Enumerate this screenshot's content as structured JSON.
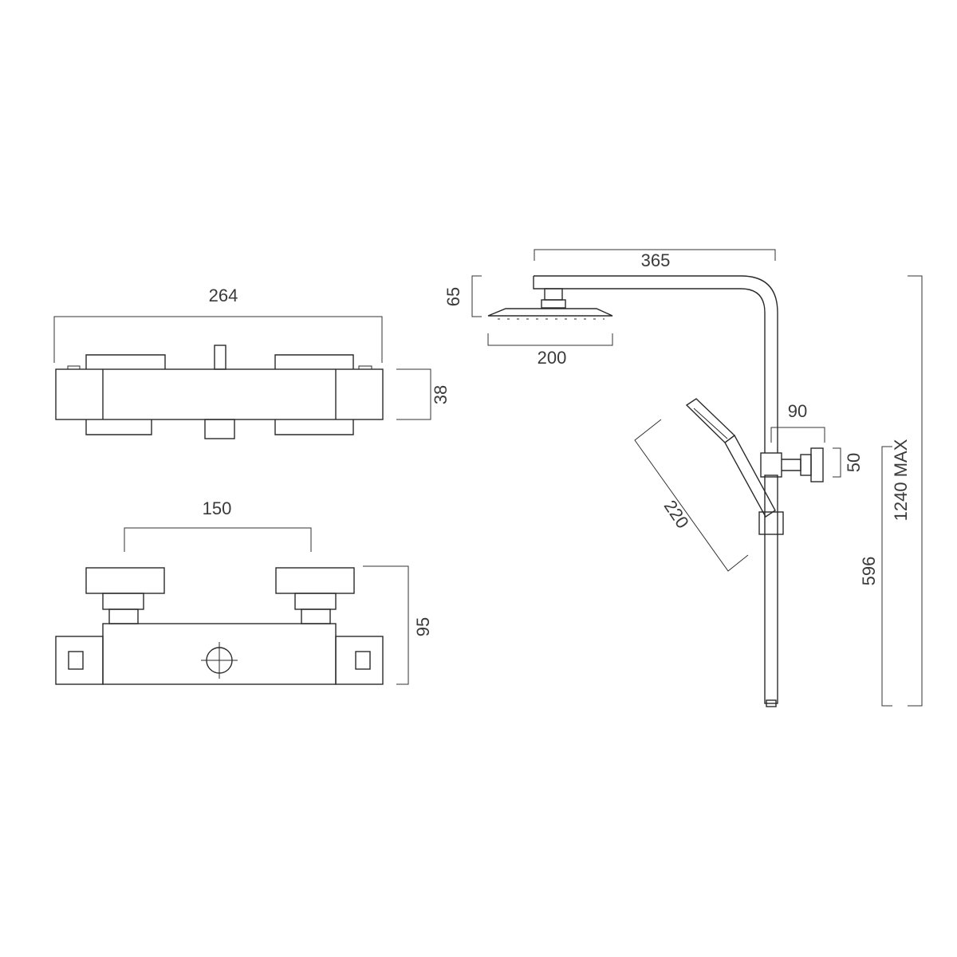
{
  "dimensions": {
    "valve_top_width": "264",
    "valve_top_depth": "38",
    "valve_front_spacing": "150",
    "valve_front_height": "95",
    "head_arm_reach": "365",
    "head_height": "65",
    "head_diameter": "200",
    "handset_length": "220",
    "bracket_projection": "90",
    "bracket_size": "50",
    "rail_lower_height": "596",
    "rail_total_height": "1240 MAX"
  },
  "colors": {
    "line": "#2a2a2a",
    "text": "#3a3a3a",
    "background": "#ffffff"
  }
}
